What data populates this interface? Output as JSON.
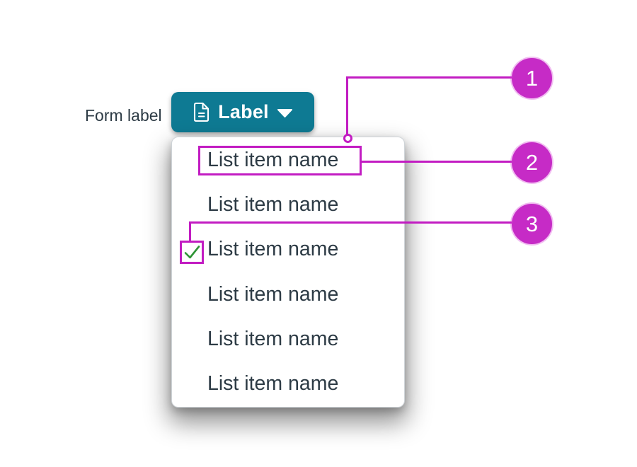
{
  "form": {
    "label": "Form label",
    "button": {
      "label": "Label",
      "icon": "document-icon",
      "caret_icon": "chevron-down-icon",
      "state": "expanded"
    }
  },
  "dropdown": {
    "items": [
      {
        "label": "List item name",
        "selected": false,
        "annotated_by": "2"
      },
      {
        "label": "List item name",
        "selected": false
      },
      {
        "label": "List item name",
        "selected": true,
        "check_annotated_by": "3"
      },
      {
        "label": "List item name",
        "selected": false
      },
      {
        "label": "List item name",
        "selected": false
      },
      {
        "label": "List item name",
        "selected": false
      }
    ]
  },
  "callouts": [
    {
      "number": "1",
      "target": "dropdown-panel-top-edge"
    },
    {
      "number": "2",
      "target": "first-list-item"
    },
    {
      "number": "3",
      "target": "selected-item-checkmark"
    }
  ],
  "icons": {
    "document": "document-icon",
    "chevron": "chevron-down-icon",
    "checkmark": "checkmark-icon"
  },
  "colors": {
    "annotation_line": "#C21CC2",
    "annotation_circle": "#C62BC6",
    "button_teal": "#0E7A93",
    "text_dark": "#2D3B45",
    "check_green": "#2E9435",
    "panel_background": "#FFFFFF"
  }
}
